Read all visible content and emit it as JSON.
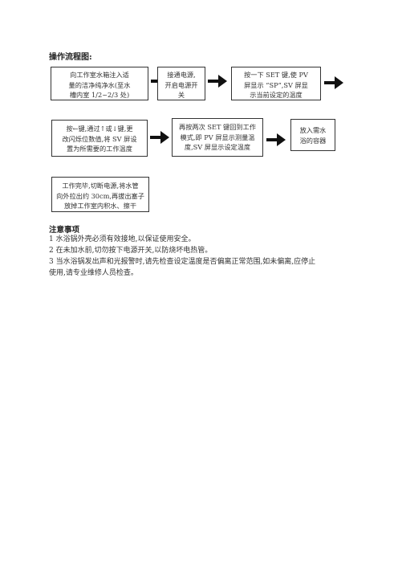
{
  "title": "操作流程图:",
  "steps": [
    {
      "lines": [
        "向工作室水箱注入适",
        "量的洁净纯净水(至水",
        "槽内室 1/2~2/3 处)"
      ]
    },
    {
      "lines": [
        "接通电源,",
        "开启电源开",
        "关"
      ]
    },
    {
      "lines": [
        "按一下 SET 键,使 PV",
        "屏显示 “SP”,SV 屏显",
        "示当前设定的温度"
      ]
    },
    {
      "lines": [
        "按←键,通过↑或↓键,更",
        "改闪烁位数值,将 SV 屏设",
        "置为所需要的工作温度"
      ]
    },
    {
      "lines": [
        "再按两次 SET 键回到工作",
        "模式,即 PV 屏显示测量温",
        "度,SV 屏显示设定温度"
      ]
    },
    {
      "lines": [
        "放入需水",
        "浴的容器"
      ]
    },
    {
      "lines": [
        "工作完毕,切断电源,将水管",
        "向外拉出约 30cm,再拔出塞子",
        "放掉工作室内积水、擦干"
      ]
    }
  ],
  "notes": {
    "title": "注意事项",
    "items": [
      "1 水浴锅外壳必须有效接地,以保证使用安全。",
      "2 在未加水前,切勿按下电源开关,以防烧坏电热管。",
      "3  当水浴锅发出声和光报警时,请先检查设定温度是否偏离正常范围,如未偏离,应停止",
      "使用,请专业维修人员检查。"
    ]
  }
}
